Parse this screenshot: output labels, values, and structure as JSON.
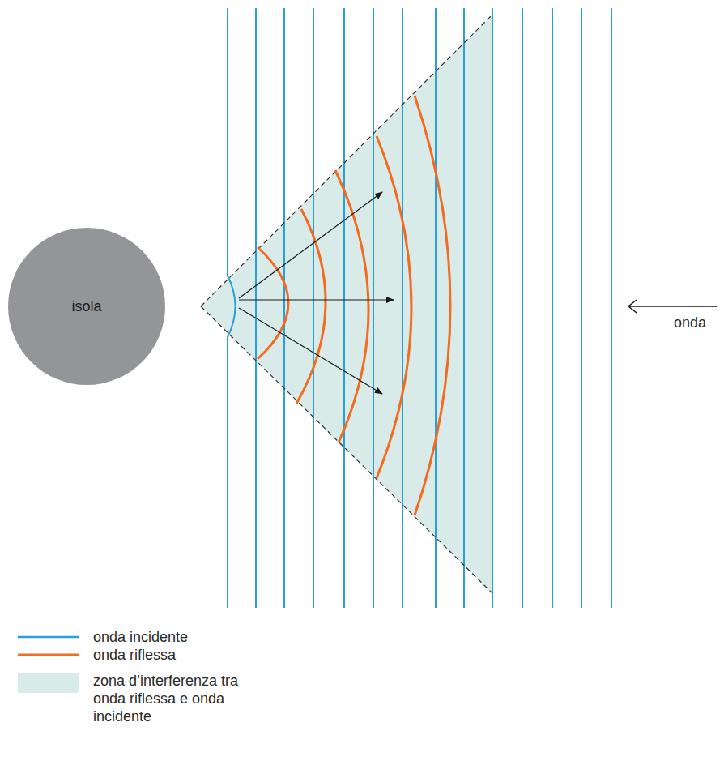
{
  "diagram": {
    "nodes": [
      {
        "text": [
          "isola"
        ]
      }
    ],
    "labels": [
      "onda"
    ],
    "legend": [
      {
        "text": "onda incidente"
      },
      {
        "text": "onda riflessa"
      },
      {
        "text": "zona d’interferenza tra onda riflessa e onda incidente",
        "color": "#d8ebe9"
      }
    ]
  }
}
